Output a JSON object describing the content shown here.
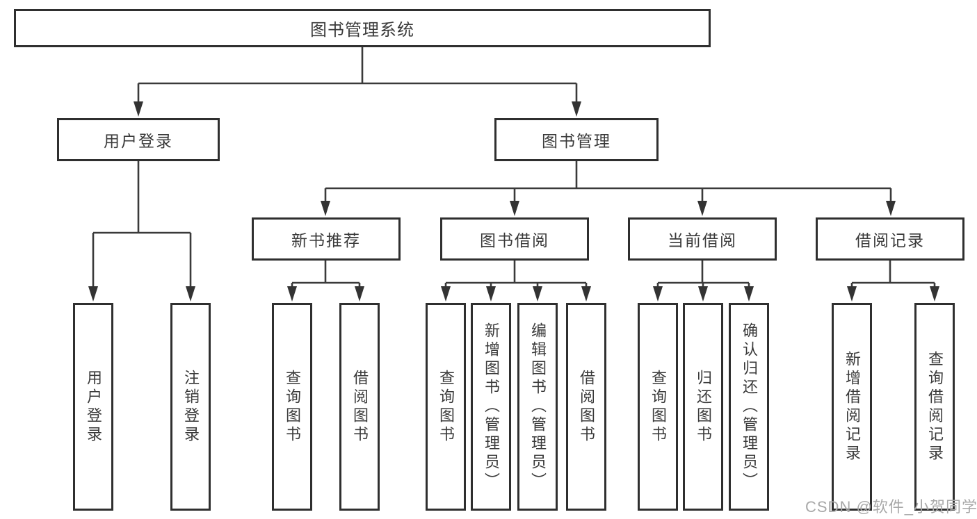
{
  "page": {
    "watermark": "CSDN @软件_小贺同学"
  },
  "colors": {
    "background": "#ffffff",
    "line": "#3a3a3a",
    "box_border": "#2f2f2f",
    "text": "#3a3a3a",
    "watermark": "#a8a8a8"
  },
  "tree": {
    "root": "图书管理系统",
    "level2": [
      "用户登录",
      "图书管理"
    ],
    "level3": [
      "新书推荐",
      "图书借阅",
      "当前借阅",
      "借阅记录"
    ],
    "leaves": [
      [
        "用户登录",
        "注销登录"
      ],
      [
        "查询图书",
        "借阅图书"
      ],
      [
        "查询图书",
        "新增图书（管理员）",
        "编辑图书（管理员）",
        "借阅图书"
      ],
      [
        "查询图书",
        "归还图书",
        "确认归还（管理员）"
      ],
      [
        "新增借阅记录",
        "查询借阅记录"
      ]
    ]
  }
}
